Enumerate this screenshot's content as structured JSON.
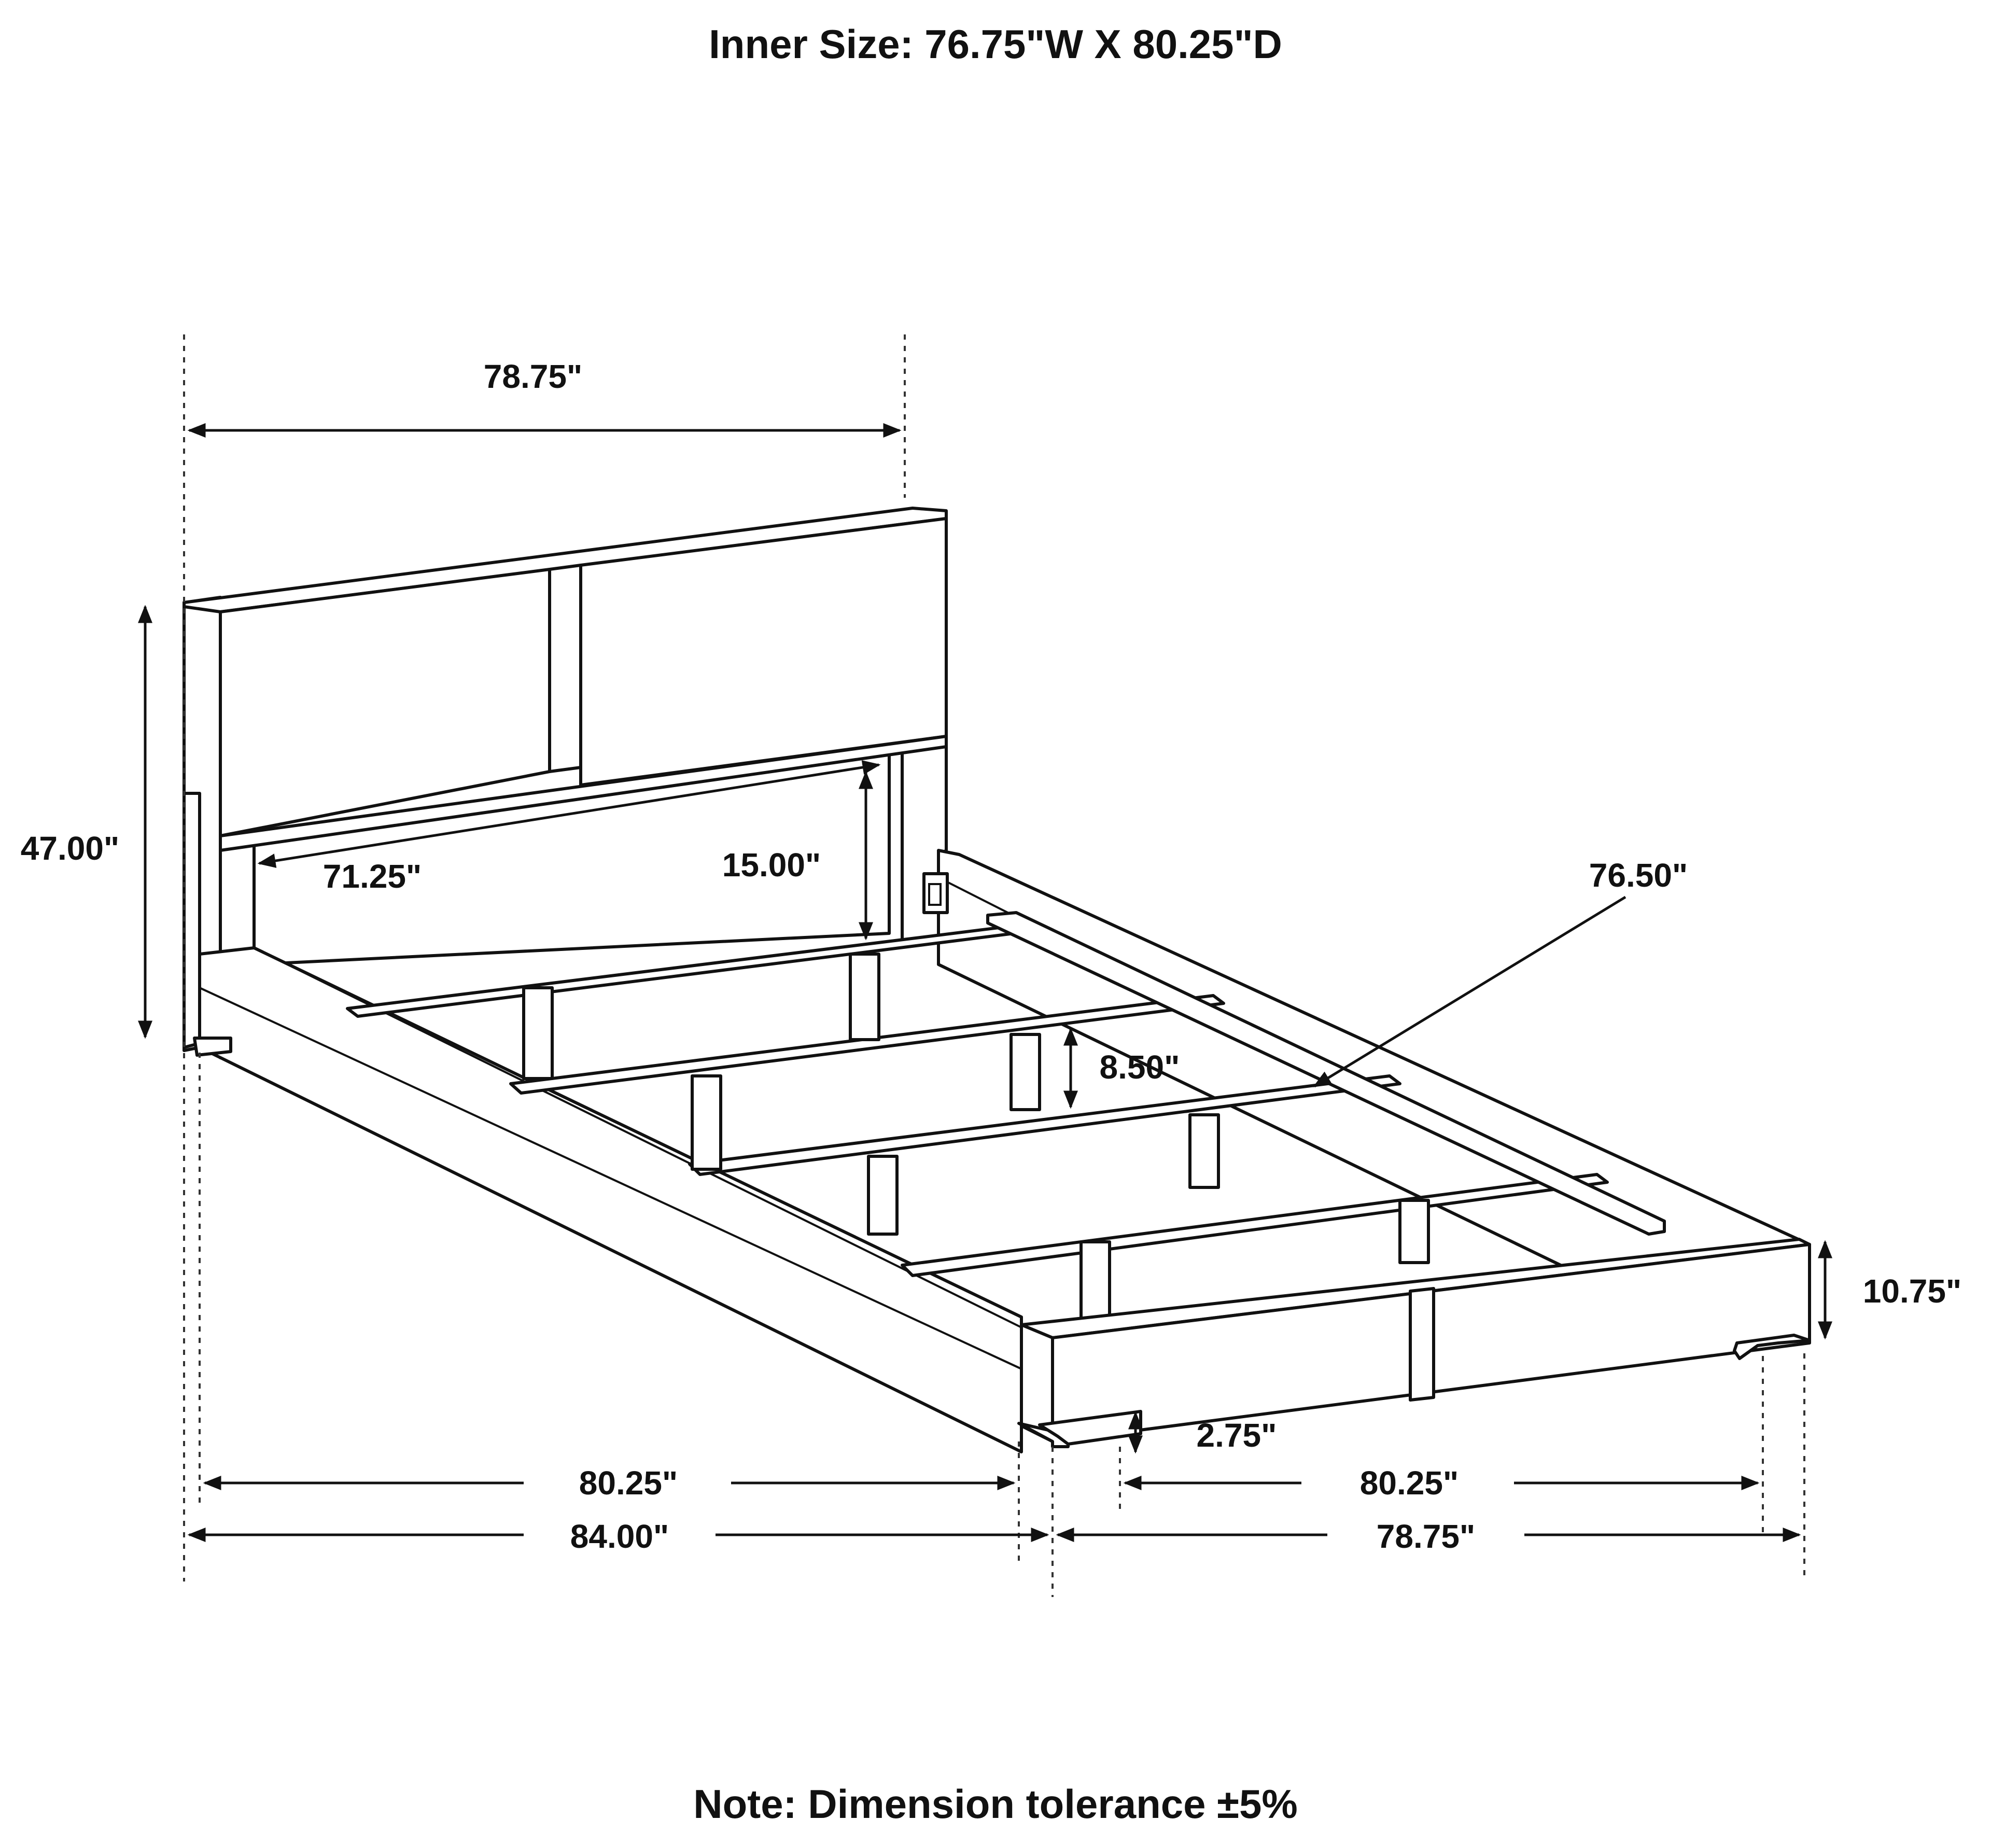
{
  "header": {
    "inner_size": "Inner Size: 76.75\"W X 80.25\"D"
  },
  "footer": {
    "note": "Note: Dimension tolerance ±5%"
  },
  "dimensions": {
    "headboard_width": "78.75\"",
    "overall_height": "47.00\"",
    "inner_width": "71.25\"",
    "headboard_clearance": "15.00\"",
    "slat_length": "76.50\"",
    "rail_height": "8.50\"",
    "footboard_height": "10.75\"",
    "floor_clearance": "2.75\"",
    "side_rail_length": "80.25\"",
    "overall_length": "84.00\"",
    "inner_length": "80.25\"",
    "overall_width": "78.75\""
  }
}
